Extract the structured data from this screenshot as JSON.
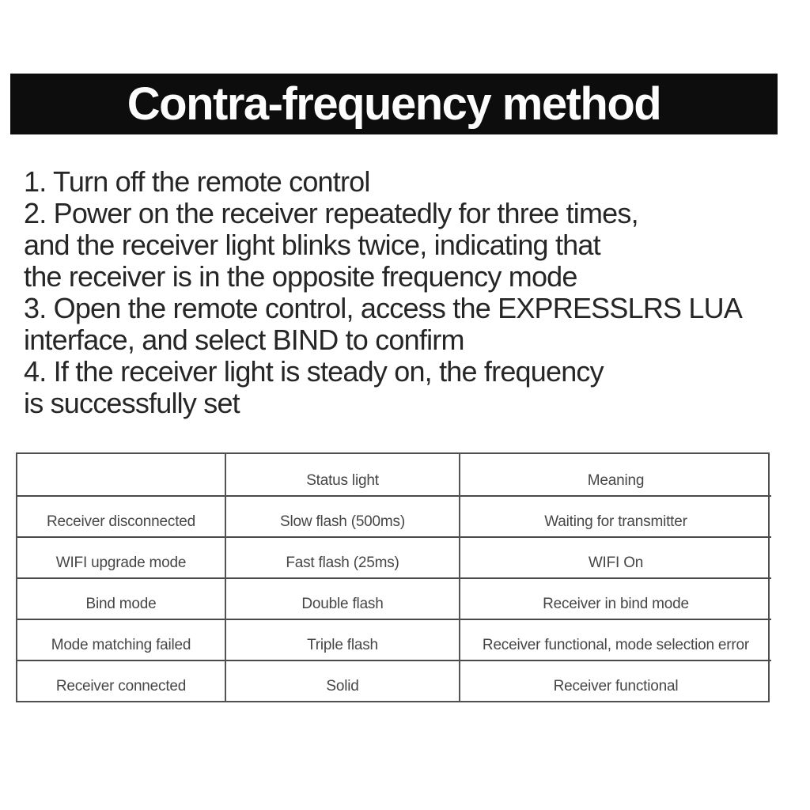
{
  "banner": {
    "title": "Contra-frequency method",
    "bg_color": "#0d0d0d",
    "text_color": "#fdfdfd"
  },
  "instructions": {
    "text_color": "#262626",
    "lines": [
      "1. Turn off the remote control",
      "2. Power on the receiver repeatedly for three times,",
      "and the receiver light blinks twice, indicating that",
      "the receiver is in the opposite frequency mode",
      "3. Open the remote control, access the EXPRESSLRS LUA",
      "interface, and select BIND to confirm",
      "4. If the receiver light is steady on, the frequency",
      "is successfully set"
    ]
  },
  "status_table": {
    "border_color": "#4f4f4f",
    "text_color": "#464646",
    "headers": [
      "",
      "Status light",
      "Meaning"
    ],
    "rows": [
      [
        "Receiver disconnected",
        "Slow flash (500ms)",
        "Waiting for transmitter"
      ],
      [
        "WIFI upgrade mode",
        "Fast flash (25ms)",
        "WIFI On"
      ],
      [
        "Bind mode",
        "Double flash",
        "Receiver in bind mode"
      ],
      [
        "Mode matching failed",
        "Triple flash",
        "Receiver functional, mode selection error"
      ],
      [
        "Receiver connected",
        "Solid",
        "Receiver functional"
      ]
    ]
  }
}
